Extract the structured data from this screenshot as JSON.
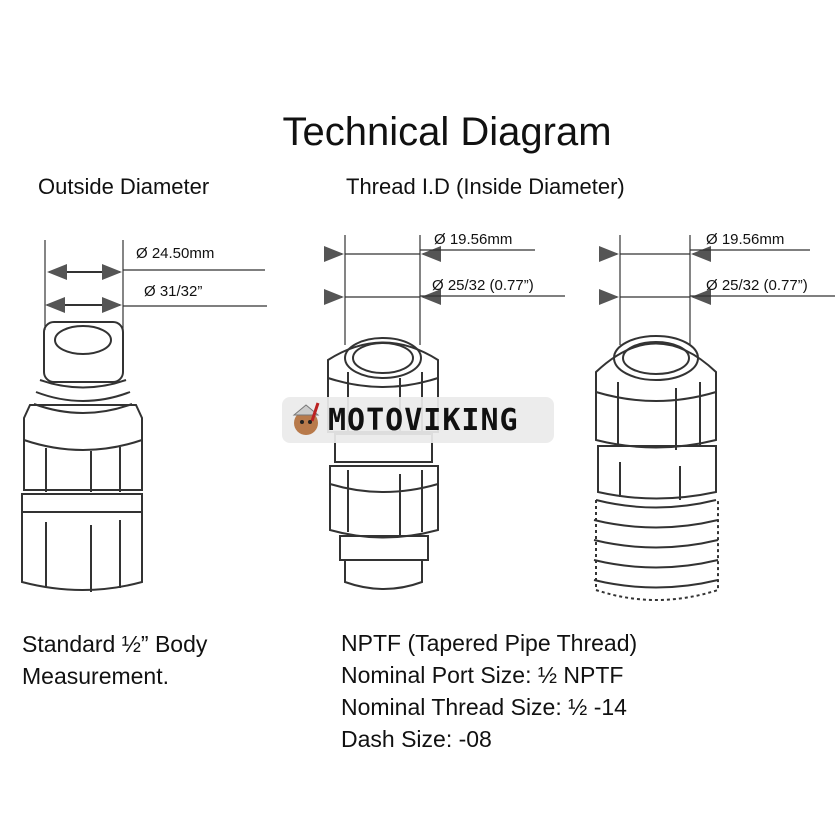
{
  "title": "Technical Diagram",
  "sections": {
    "outside": {
      "heading": "Outside Diameter",
      "dim1": "Ø 24.50mm",
      "dim2": "Ø 31/32”",
      "note_lines": [
        "Standard ½” Body",
        "Measurement."
      ]
    },
    "thread": {
      "heading": "Thread I.D (Inside Diameter)",
      "male_dim1": "Ø 19.56mm",
      "male_dim2": "Ø 25/32 (0.77”)",
      "female_dim1": "Ø 19.56mm",
      "female_dim2": "Ø 25/32 (0.77”)",
      "note_lines": [
        "NPTF (Tapered Pipe Thread)",
        "Nominal Port Size: ½  NPTF",
        "Nominal Thread Size: ½ -14",
        "Dash Size: -08"
      ]
    }
  },
  "watermark": {
    "text": "MOTOVIKING",
    "icon": "viking-mascot-icon"
  },
  "colors": {
    "line": "#333333",
    "arrow": "#555555"
  }
}
